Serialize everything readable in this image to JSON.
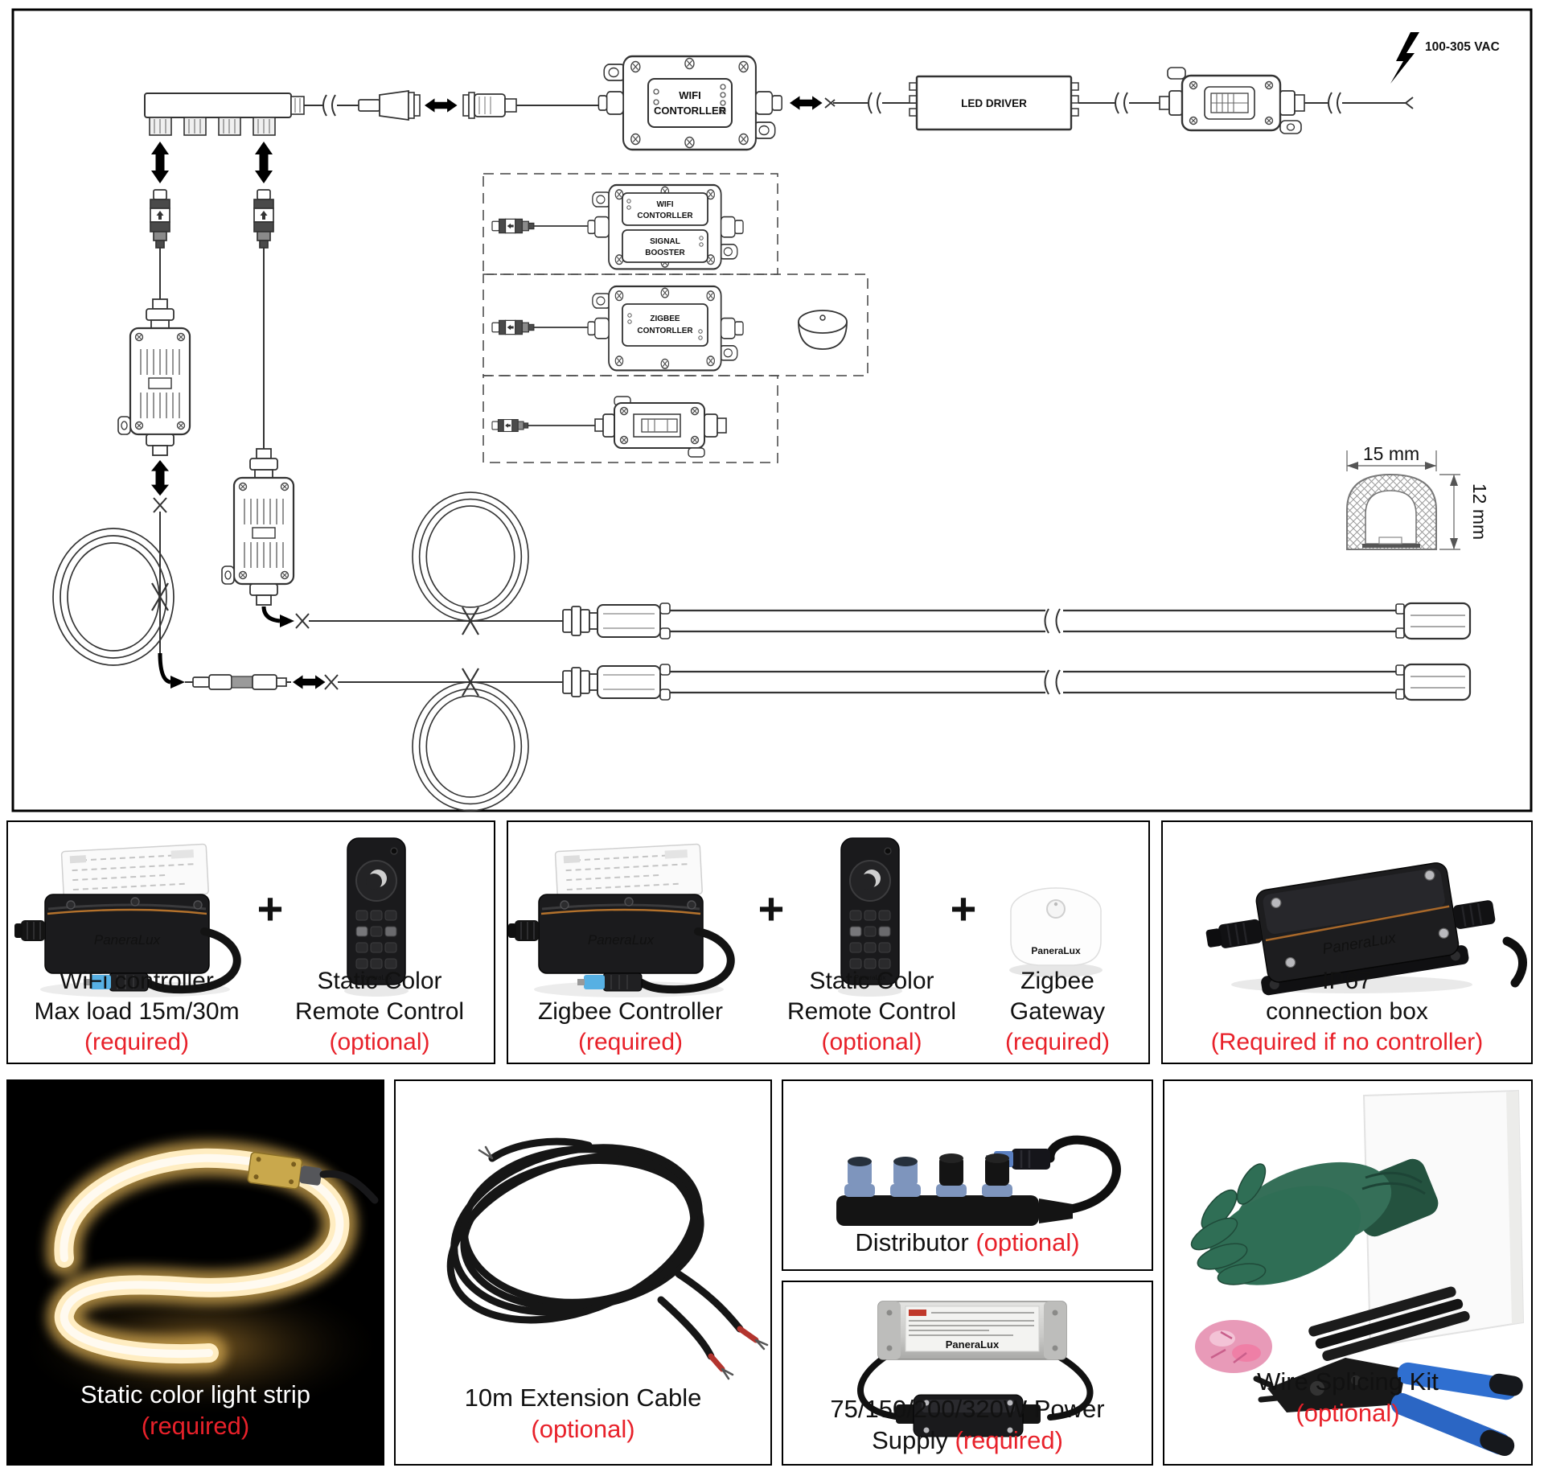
{
  "brand": "PaneraLux",
  "plus": "+",
  "colors": {
    "accent_red": "#e8212a",
    "strip_glow": "#ffe9bd",
    "connector_blue": "#57b0e3"
  },
  "diagram": {
    "wifi_main": {
      "line1": "WIFI",
      "line2": "CONTORLLER"
    },
    "led_driver": "LED DRIVER",
    "power_label": "100-305 VAC",
    "wifi_alt": {
      "line1": "WIFI",
      "line2": "CONTORLLER"
    },
    "signal_booster": {
      "line1": "SIGNAL",
      "line2": "BOOSTER"
    },
    "zigbee_alt": {
      "line1": "ZIGBEE",
      "line2": "CONTORLLER"
    },
    "strip_width": "15 mm",
    "strip_height": "12 mm"
  },
  "middle_cards": {
    "wifi_kit": {
      "controller": {
        "line1": "WiFi controller",
        "line2": "Max load 15m/30m",
        "note": "(required)"
      },
      "remote": {
        "line1": "Static Color",
        "line2": "Remote Control",
        "note": "(optional)"
      }
    },
    "zigbee_kit": {
      "controller": {
        "line1": "Zigbee Controller",
        "note": "(required)"
      },
      "remote": {
        "line1": "Static Color",
        "line2": "Remote Control",
        "note": "(optional)"
      },
      "gateway": {
        "line1": "Zigbee",
        "line2": "Gateway",
        "note": "(required)"
      }
    },
    "ip67": {
      "line1": "IP67",
      "line2": "connection box",
      "note": "(Required if no controller)"
    }
  },
  "bottom_cards": {
    "strip": {
      "line1": "Static color light strip",
      "note": "(required)"
    },
    "extension": {
      "line1": "10m Extension Cable",
      "note": "(optional)"
    },
    "distributor": {
      "line1": "Distributor",
      "note": "(optional)"
    },
    "power_supply": {
      "line1": "75/150/200/320W Power",
      "line2": "Supply",
      "note": "(required)"
    },
    "splicing_kit": {
      "line1": "Wire Splicing Kit",
      "note": "(optional)"
    }
  }
}
